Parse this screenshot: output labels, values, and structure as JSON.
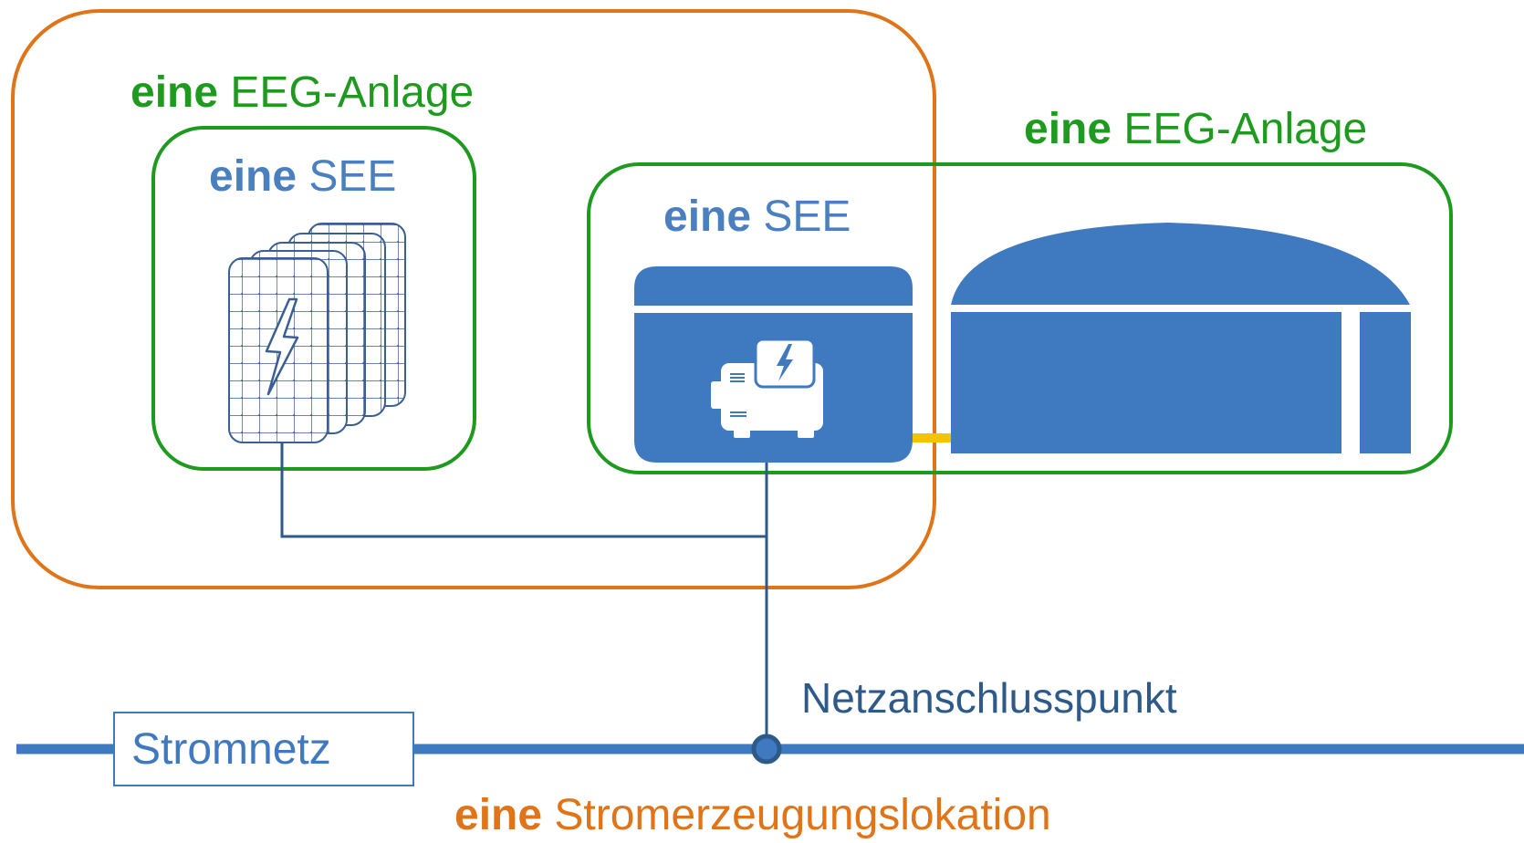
{
  "colors": {
    "orange": "#e07418",
    "green": "#1e9b1e",
    "blue": "#3f7ac0",
    "dark_blue": "#2e5a8a",
    "yellow": "#f5c400"
  },
  "installation_left": {
    "prefix": "eine",
    "text": "EEG-Anlage"
  },
  "installation_right": {
    "prefix": "eine",
    "text": "EEG-Anlage"
  },
  "unit_left": {
    "prefix": "eine",
    "text": "SEE"
  },
  "unit_right": {
    "prefix": "eine",
    "text": "SEE"
  },
  "grid_label": "Stromnetz",
  "connection_point_label": "Netzanschlusspunkt",
  "location_label": {
    "prefix": "eine",
    "text": "Stromerzeugungslokation"
  },
  "icons": [
    "solar-panel-stack-icon",
    "lightning-icon",
    "generator-container-icon",
    "generator-icon",
    "biogas-digester-icon",
    "connection-point-icon"
  ]
}
